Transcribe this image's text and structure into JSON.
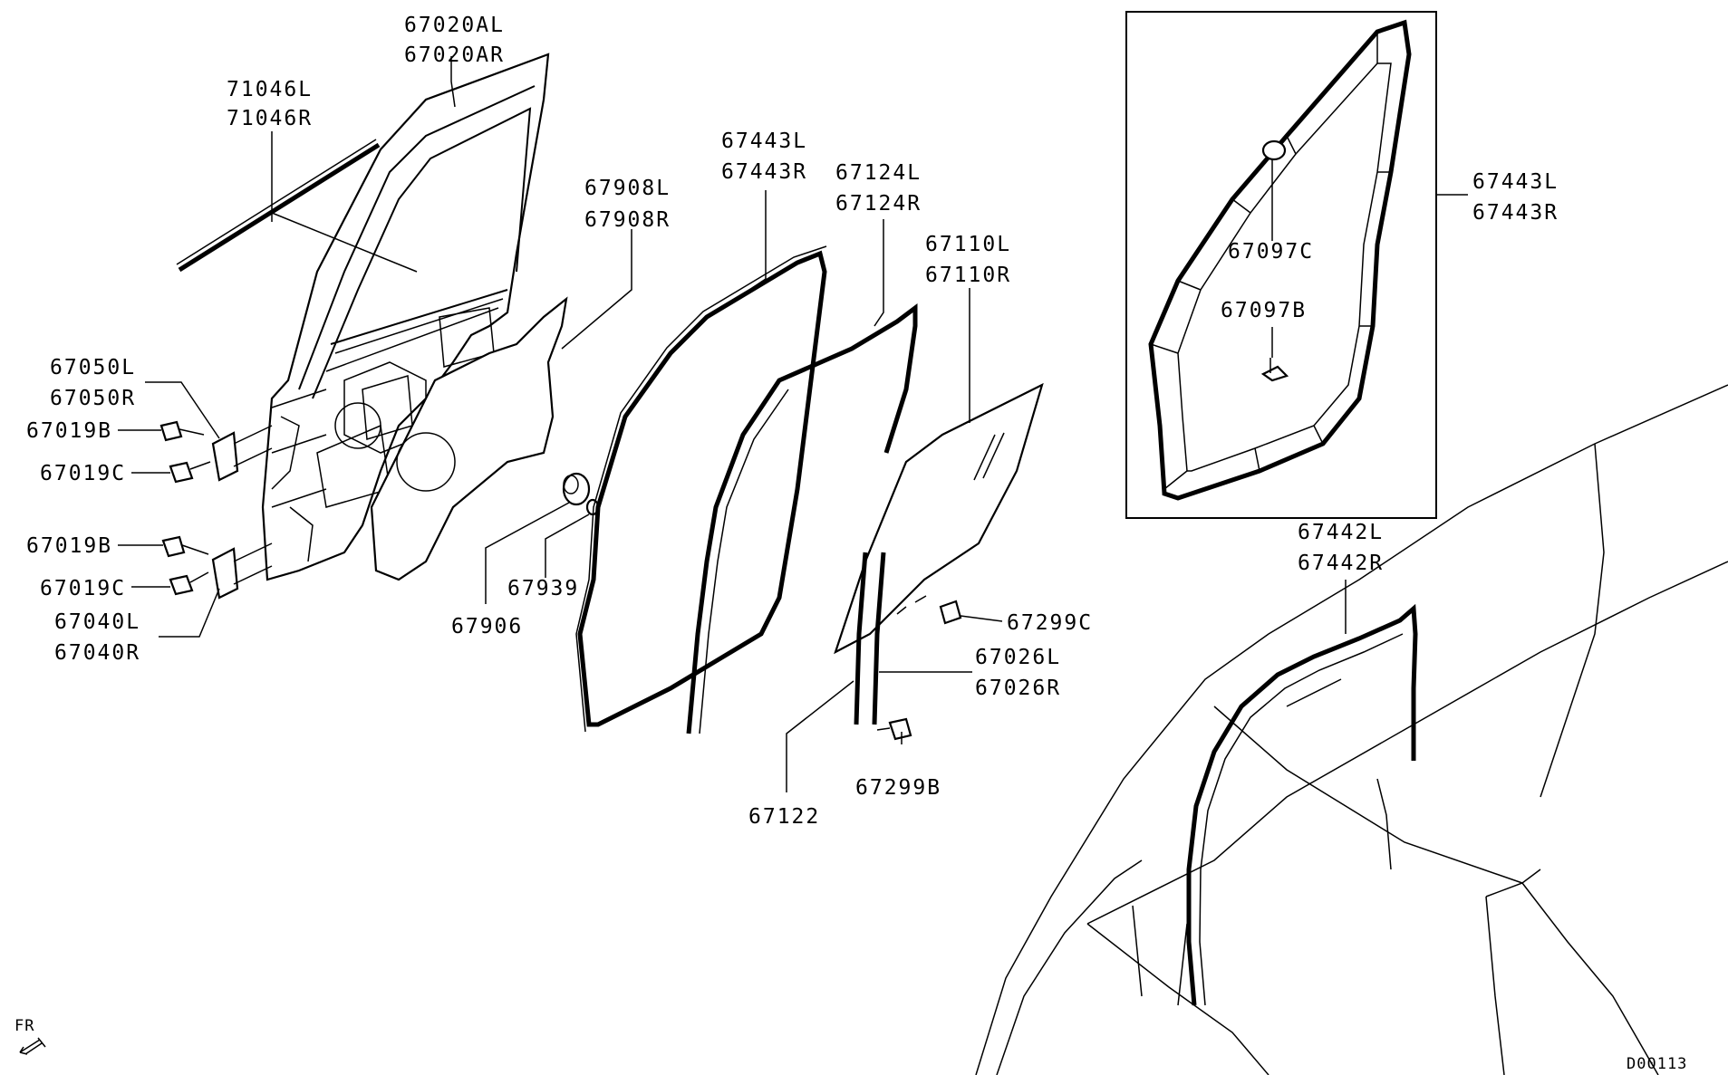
{
  "labels": {
    "p67020AL": "67020AL",
    "p67020AR": "67020AR",
    "p71046L": "71046L",
    "p71046R": "71046R",
    "p67050L": "67050L",
    "p67050R": "67050R",
    "p67019B_a": "67019B",
    "p67019C_a": "67019C",
    "p67019B_b": "67019B",
    "p67019C_b": "67019C",
    "p67040L": "67040L",
    "p67040R": "67040R",
    "p67908L": "67908L",
    "p67908R": "67908R",
    "p67443L": "67443L",
    "p67443R": "67443R",
    "p67124L": "67124L",
    "p67124R": "67124R",
    "p67110L": "67110L",
    "p67110R": "67110R",
    "p67939": "67939",
    "p67906": "67906",
    "p67299C": "67299C",
    "p67026L": "67026L",
    "p67026R": "67026R",
    "p67299B": "67299B",
    "p67122": "67122",
    "inset_67443L": "67443L",
    "inset_67443R": "67443R",
    "p67097C": "67097C",
    "p67097B": "67097B",
    "p67442L": "67442L",
    "p67442R": "67442R"
  },
  "direction_marker": "FR",
  "diagram_code": "D00113"
}
